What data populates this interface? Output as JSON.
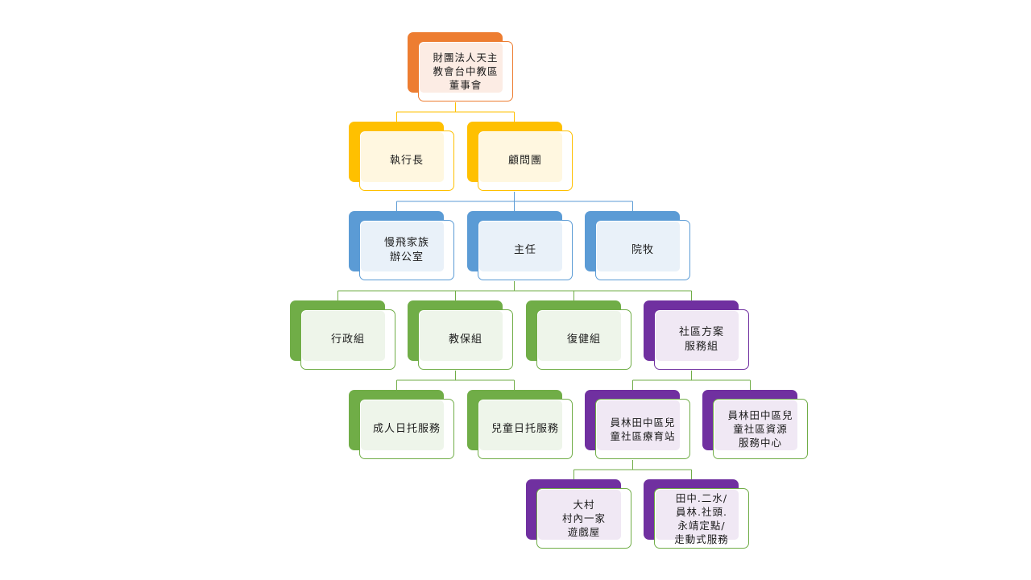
{
  "colors": {
    "orange": "#ed7d31",
    "orange_light": "#fcece4",
    "yellow": "#ffc000",
    "yellow_light": "#fff7e0",
    "blue": "#5b9bd5",
    "blue_light": "#e9f1f9",
    "green": "#70ad47",
    "green_light": "#eef5ea",
    "purple": "#7030a0",
    "purple_light": "#f0e8f4"
  },
  "nodes": {
    "board": {
      "label": "財團法人天主\n教會台中教區\n董事會"
    },
    "ceo": {
      "label": "執行長"
    },
    "advisory": {
      "label": "顧問團"
    },
    "family_office": {
      "label": "慢飛家族\n辦公室"
    },
    "director": {
      "label": "主任"
    },
    "chaplain": {
      "label": "院牧"
    },
    "admin": {
      "label": "行政組"
    },
    "education": {
      "label": "教保組"
    },
    "rehab": {
      "label": "復健組"
    },
    "community": {
      "label": "社區方案\n服務組"
    },
    "adult_daycare": {
      "label": "成人日托服務"
    },
    "child_daycare": {
      "label": "兒童日托服務"
    },
    "early_care_station": {
      "label": "員林田中區兒\n童社區療育站"
    },
    "resource_center": {
      "label": "員林田中區兒\n童社區資源\n服務中心"
    },
    "playhouse": {
      "label": "大村\n村內一家\n遊戲屋"
    },
    "mobile_service": {
      "label": "田中.二水/\n員林.社頭.\n永靖定點/\n走動式服務"
    }
  }
}
